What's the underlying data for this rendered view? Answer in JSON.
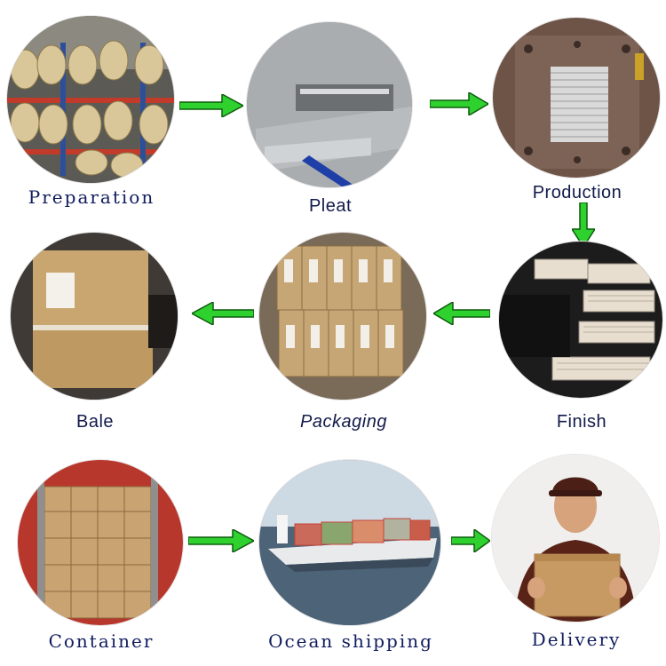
{
  "steps": {
    "preparation": "Preparation",
    "pleat": "Pleat",
    "production": "Production",
    "finish": "Finish",
    "packaging": "Packaging",
    "bale": "Bale",
    "container": "Container",
    "ocean_shipping": "Ocean shipping",
    "delivery": "Delivery"
  },
  "colors": {
    "arrow_green": "#2fd12f",
    "arrow_outline": "#0f5c0f",
    "label_navy": "#0e1a5a"
  },
  "icons": {
    "flow_arrow": "right-arrow-icon"
  }
}
